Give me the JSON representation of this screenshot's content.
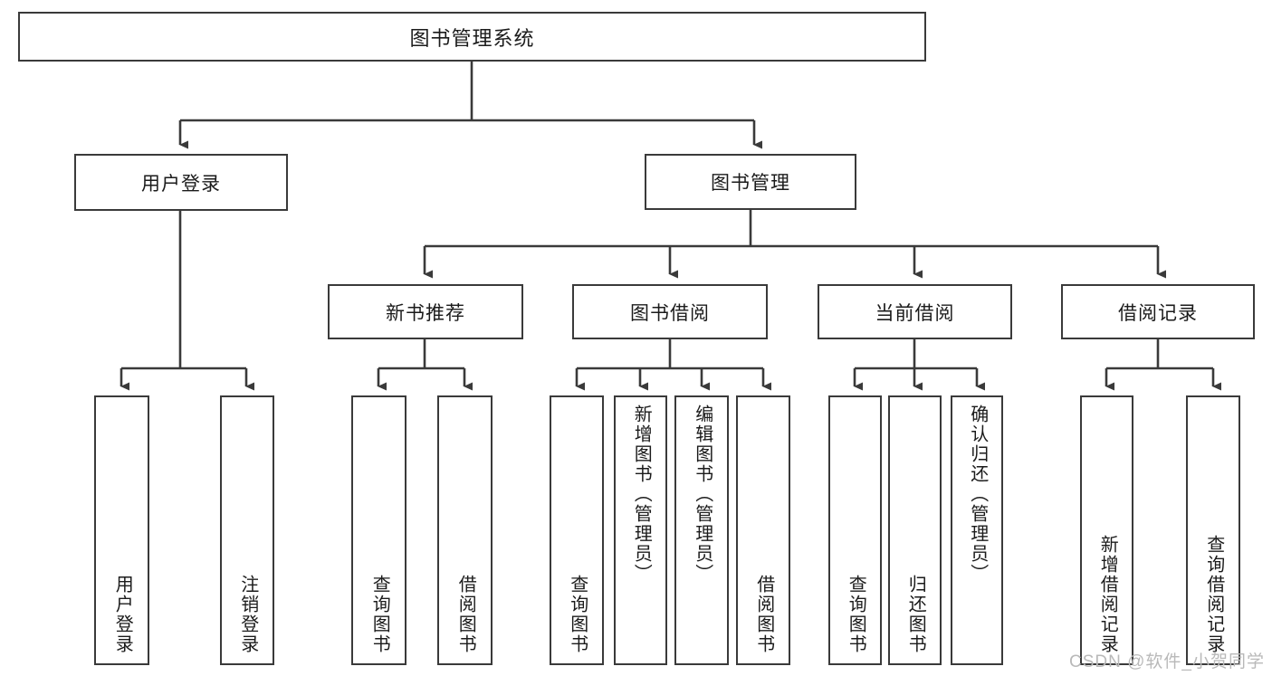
{
  "diagram": {
    "type": "tree-hierarchy",
    "root": {
      "label": "图书管理系统"
    },
    "level2": [
      {
        "label": "用户登录"
      },
      {
        "label": "图书管理"
      }
    ],
    "level3": [
      {
        "label": "新书推荐"
      },
      {
        "label": "图书借阅"
      },
      {
        "label": "当前借阅"
      },
      {
        "label": "借阅记录"
      }
    ],
    "leaves": {
      "user_login": [
        {
          "label": "用户登录"
        },
        {
          "label": "注销登录"
        }
      ],
      "new_book_recommend": [
        {
          "label": "查询图书"
        },
        {
          "label": "借阅图书"
        }
      ],
      "book_borrow": [
        {
          "label": "查询图书"
        },
        {
          "label": "新增图书（管理员）"
        },
        {
          "label": "编辑图书（管理员）"
        },
        {
          "label": "借阅图书"
        }
      ],
      "current_borrow": [
        {
          "label": "查询图书"
        },
        {
          "label": "归还图书"
        },
        {
          "label": "确认归还（管理员）"
        }
      ],
      "borrow_record": [
        {
          "label": "新增借阅记录"
        },
        {
          "label": "查询借阅记录"
        }
      ]
    }
  },
  "watermark": {
    "text": "CSDN @软件_小贺同学"
  },
  "colors": {
    "border": "#3a3a3a",
    "background": "#ffffff",
    "text": "#1b1b1b",
    "watermark": "#b9b9b9"
  }
}
